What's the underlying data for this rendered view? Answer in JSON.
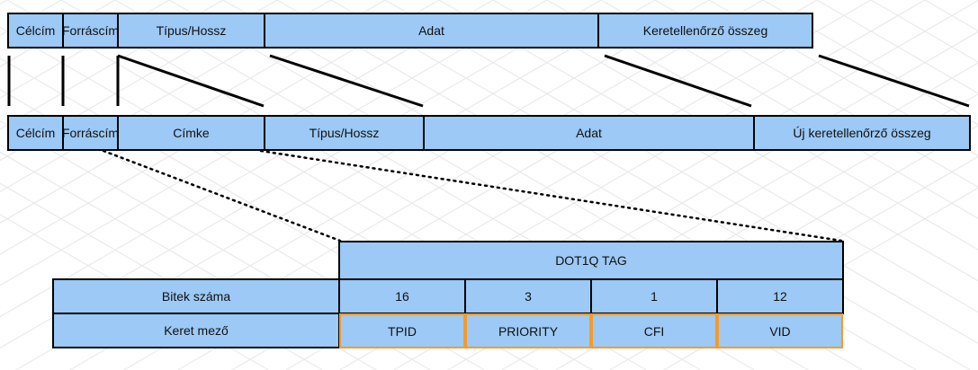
{
  "colors": {
    "fill": "#9cc9f5",
    "border": "#000000",
    "highlight_border": "#f59a2a"
  },
  "original_frame": [
    "Célcím",
    "Forráscím",
    "Típus/Hossz",
    "Adat",
    "Keretellenőrző összeg"
  ],
  "tagged_frame": [
    "Célcím",
    "Forráscím",
    "Címke",
    "Típus/Hossz",
    "Adat",
    "Új keretellenőrző összeg"
  ],
  "tag_table": {
    "title": "DOT1Q TAG",
    "row_labels": [
      "Bitek száma",
      "Keret mező"
    ],
    "bits": [
      "16",
      "3",
      "1",
      "12"
    ],
    "fields": [
      "TPID",
      "PRIORITY",
      "CFI",
      "VID"
    ]
  }
}
